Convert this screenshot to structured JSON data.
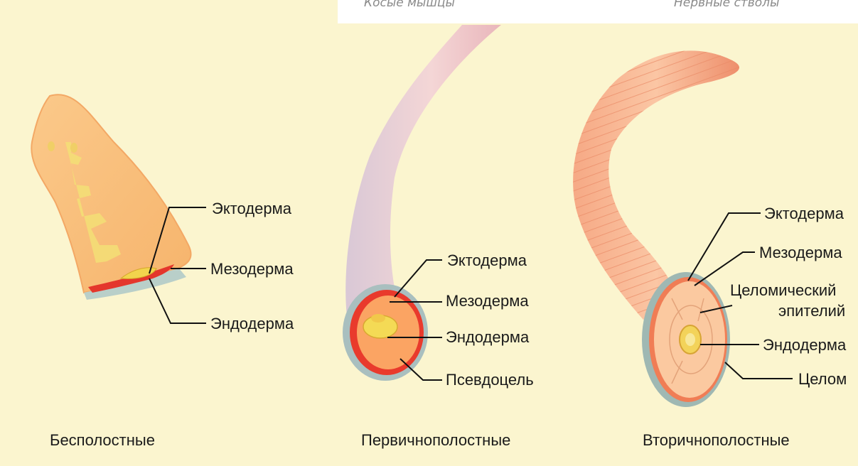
{
  "top_captions": [
    "Косые мышцы",
    "Нервные стволы"
  ],
  "panels": [
    {
      "caption": "Бесполостные",
      "labels": [
        "Эктодерма",
        "Мезодерма",
        "Эндодерма"
      ]
    },
    {
      "caption": "Первичнополостные",
      "labels": [
        "Эктодерма",
        "Мезодерма",
        "Эндодерма",
        "Псевдоцель"
      ]
    },
    {
      "caption": "Вторичнополостные",
      "labels": [
        "Эктодерма",
        "Мезодерма",
        "Целомический",
        "эпителий",
        "Эндодерма",
        "Целом"
      ]
    }
  ]
}
